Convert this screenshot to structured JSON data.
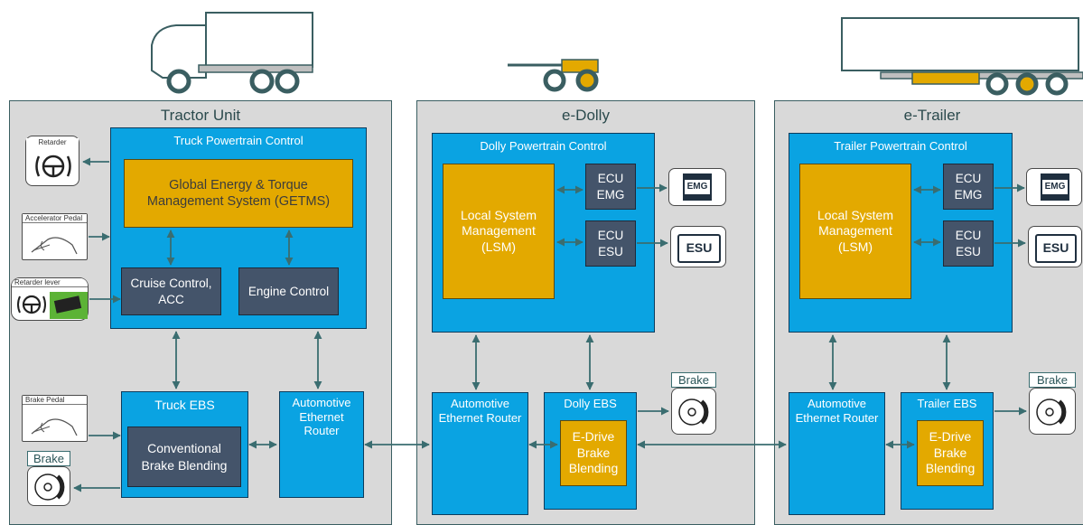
{
  "units": {
    "tractor": {
      "title": "Tractor Unit"
    },
    "dolly": {
      "title": "e-Dolly"
    },
    "trailer": {
      "title": "e-Trailer"
    }
  },
  "tractor": {
    "powertrain_title": "Truck Powertrain Control",
    "getms": "Global Energy & Torque Management System (GETMS)",
    "cruise": "Cruise Control, ACC",
    "engine": "Engine Control",
    "ebs_title": "Truck EBS",
    "blending": "Conventional Brake Blending",
    "router": "Automotive Ethernet Router",
    "retarder_label": "Retarder",
    "accel_label": "Accelerator Pedal",
    "retarder_lever_label": "Retarder lever",
    "brake_pedal_label": "Brake Pedal",
    "brake_label": "Brake"
  },
  "dolly": {
    "powertrain_title": "Dolly Powertrain Control",
    "lsm": "Local System Management (LSM)",
    "ecu_emg": "ECU EMG",
    "ecu_esu": "ECU ESU",
    "emg": "EMG",
    "esu": "ESU",
    "router": "Automotive Ethernet Router",
    "ebs_title": "Dolly EBS",
    "blending": "E-Drive Brake Blending",
    "brake_label": "Brake"
  },
  "trailer": {
    "powertrain_title": "Trailer Powertrain Control",
    "lsm": "Local System Management (LSM)",
    "ecu_emg": "ECU EMG",
    "ecu_esu": "ECU ESU",
    "emg": "EMG",
    "esu": "ESU",
    "router": "Automotive Ethernet Router",
    "ebs_title": "Trailer EBS",
    "blending": "E-Drive Brake Blending",
    "brake_label": "Brake"
  },
  "colors": {
    "unit_bg": "#d9d9d9",
    "control_blue": "#0aa3e2",
    "energy_gold": "#e3a900",
    "slate": "#44546a",
    "arrow": "#3a6d70"
  }
}
